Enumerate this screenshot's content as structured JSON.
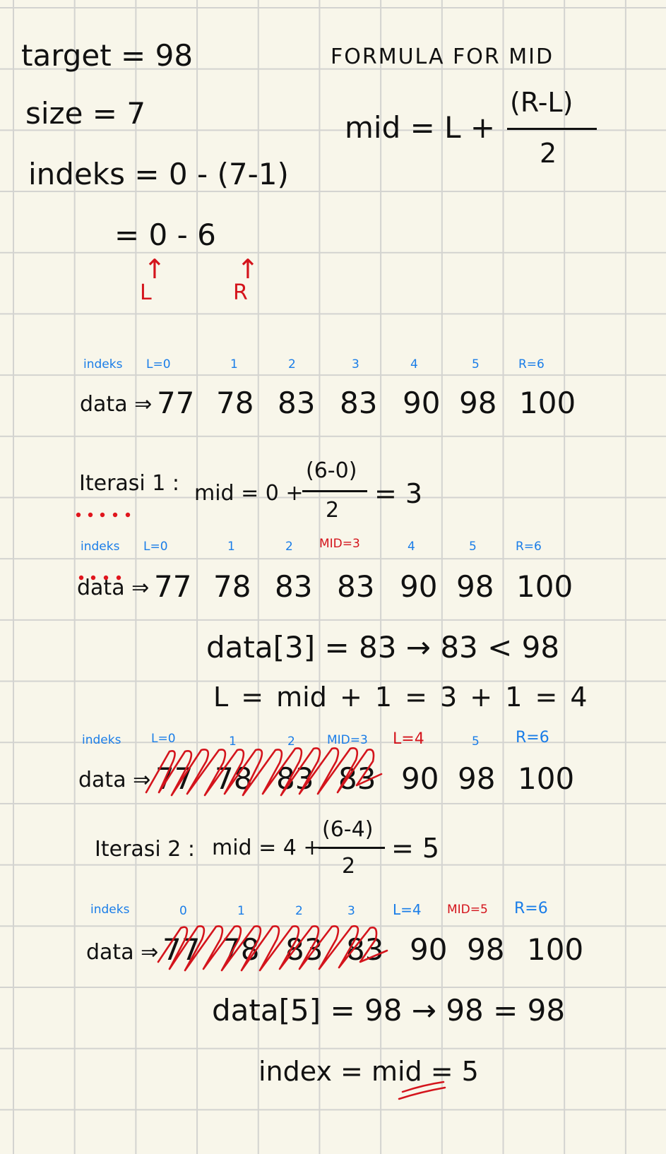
{
  "header": {
    "target_line": "target = 98",
    "size_line": "size = 7",
    "indeks_line": "indeks = 0 - (7-1)",
    "range_line": "= 0 - 6",
    "L_label": "L",
    "R_label": "R"
  },
  "formula": {
    "title": "FORMULA FOR MID",
    "lhs": "mid = L +",
    "numerator": "(R-L)",
    "denominator": "2"
  },
  "array": {
    "data_label": "data ⇒",
    "values": [
      "77",
      "78",
      "83",
      "83",
      "90",
      "98",
      "100"
    ]
  },
  "row1": {
    "indeks_label": "indeks",
    "index_labels": [
      "L=0",
      "1",
      "2",
      "3",
      "4",
      "5",
      "R=6"
    ]
  },
  "iter1": {
    "label": "Iterasi 1 :",
    "lhs": "mid = 0 +",
    "numerator": "(6-0)",
    "denominator": "2",
    "result": "= 3"
  },
  "row2": {
    "indeks_label": "indeks",
    "index_labels": [
      "L=0",
      "1",
      "2",
      "MID=3",
      "4",
      "5",
      "R=6"
    ]
  },
  "compare1": {
    "line": "data[3] = 83  →  83 < 98"
  },
  "update1": {
    "line": "L = mid + 1 = 3 + 1 = 4"
  },
  "row3": {
    "indeks_label": "indeks",
    "index_labels": [
      "L=0",
      "1",
      "2",
      "MID=3",
      "L=4",
      "5",
      "R=6"
    ]
  },
  "iter2": {
    "label": "Iterasi 2 :",
    "lhs": "mid = 4 +",
    "numerator": "(6-4)",
    "denominator": "2",
    "result": "= 5"
  },
  "row4": {
    "indeks_label": "indeks",
    "index_labels": [
      "0",
      "1",
      "2",
      "3",
      "L=4",
      "MID=5",
      "R=6"
    ]
  },
  "compare2": {
    "line": "data[5] = 98  →  98 = 98"
  },
  "result": {
    "line": "index = mid = 5"
  },
  "colors": {
    "paper": "#f8f6ea",
    "grid": "#d3d3d0",
    "ink": "#111111",
    "blue": "#1a7de8",
    "red": "#d4141c"
  }
}
